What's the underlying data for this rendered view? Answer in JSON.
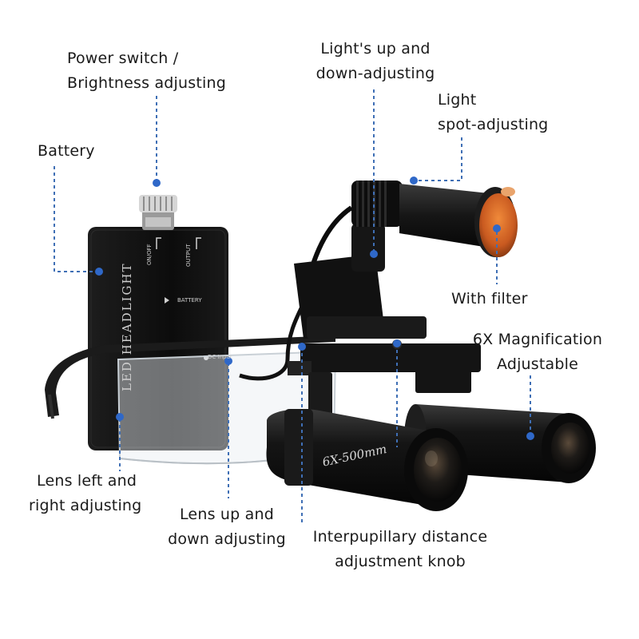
{
  "labels": {
    "power_switch": [
      "Power switch /",
      "Brightness adjusting"
    ],
    "battery": "Battery",
    "light_up_down": [
      "Light's up and",
      "down-adjusting"
    ],
    "light_spot": [
      "Light",
      "spot-adjusting"
    ],
    "with_filter": "With filter",
    "magnification": [
      "6X Magnification",
      "Adjustable"
    ],
    "lens_left_right": [
      "Lens left and",
      "right adjusting"
    ],
    "lens_up_down": [
      "Lens up and",
      "down adjusting"
    ],
    "interpupillary": [
      "Interpupillary distance",
      "adjustment knob"
    ]
  },
  "product_markings": {
    "model": "6X-500mm",
    "device_name": "LED HEADLIGHT",
    "on_off": "ON/OFF",
    "output": "OUTPUT",
    "battery": "BATTERY",
    "dc_input": "DC Input"
  },
  "colors": {
    "callout_line": "#3f6fb5",
    "callout_dot": "#2f68c8",
    "filter_orange": "#d86a2c",
    "device_black": "#141414"
  },
  "icons": {
    "callout_marker": "dot",
    "device": "surgical-loupe-with-headlight"
  }
}
